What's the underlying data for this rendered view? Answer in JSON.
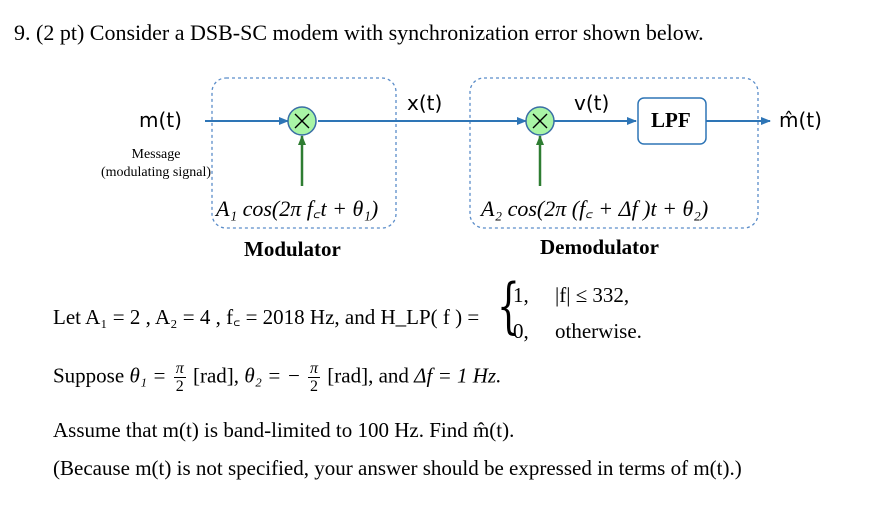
{
  "question": {
    "number": "9.",
    "points": "(2 pt)",
    "prompt": "Consider a DSB-SC modem with synchronization error shown below."
  },
  "diagram": {
    "input_signal": "m(t)",
    "message_label_1": "Message",
    "message_label_2": "(modulating signal)",
    "multiplier_symbol": "×",
    "transmitted_signal": "x(t)",
    "received_product": "v(t)",
    "lpf_label": "LPF",
    "output_signal": "m̂(t)",
    "modulator_carrier": "A₁ cos(2π f꜀t + θ₁)",
    "demodulator_carrier": "A₂ cos(2π (f꜀ + Δf )t + θ₂)",
    "modulator_label": "Modulator",
    "demodulator_label": "Demodulator"
  },
  "given": {
    "let_line": "Let A₁ = 2 , A₂ = 4 ,  f꜀ = 2018 Hz, and  H_LP( f ) =",
    "case1_value": "1,",
    "case1_cond": "|f| ≤ 332,",
    "case2_value": "0,",
    "case2_cond": "otherwise."
  },
  "suppose": {
    "prefix": "Suppose",
    "theta1": "θ₁ =",
    "pi": "π",
    "two": "2",
    "unit1": "[rad],",
    "theta2": "θ₂ = −",
    "unit2": "[rad], and",
    "delta_f": "Δf = 1 Hz."
  },
  "assume_line": "Assume that m(t) is band-limited to 100 Hz. Find m̂(t).",
  "because_line": "(Because m(t) is not specified, your answer should be expressed in terms of m(t).)",
  "colors": {
    "line": "#2e75b6",
    "multiplier_fill": "#a9f5a6",
    "multiplier_stroke": "#3a6ea5",
    "carrier_line": "#2e7d32",
    "box_dash": "#5b8dc9",
    "lpf_border": "#2e75b6"
  }
}
